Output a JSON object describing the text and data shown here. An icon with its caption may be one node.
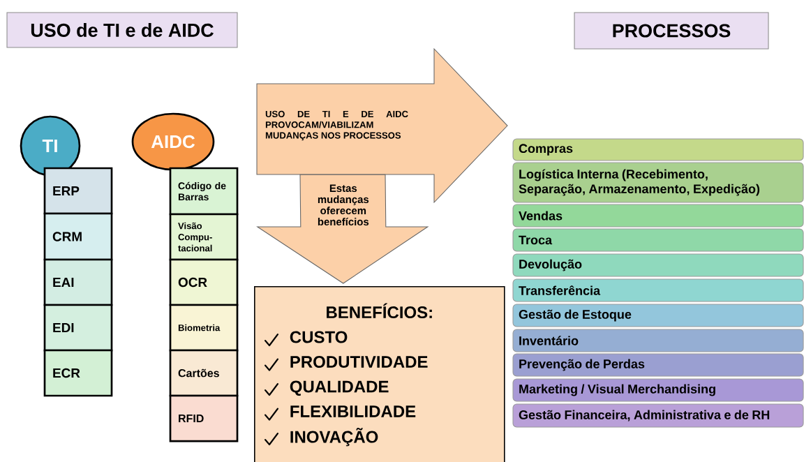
{
  "diagram": {
    "nodes": [
      {
        "text": [
          "USO de TI e de AIDC"
        ]
      },
      {
        "text": [
          "PROCESSOS"
        ]
      },
      {
        "text": [
          "TI"
        ]
      },
      {
        "text": [
          "ERP"
        ]
      },
      {
        "text": [
          "CRM"
        ]
      },
      {
        "text": [
          "EAI"
        ]
      },
      {
        "text": [
          "EDI"
        ]
      },
      {
        "text": [
          "ECR"
        ]
      },
      {
        "text": [
          "AIDC"
        ]
      },
      {
        "text": [
          "Código de Barras"
        ]
      },
      {
        "text": [
          "Visão Compu- tacional"
        ]
      },
      {
        "text": [
          "OCR"
        ]
      },
      {
        "text": [
          "Biometria"
        ]
      },
      {
        "text": [
          "Cartões"
        ]
      },
      {
        "text": [
          "RFID"
        ]
      },
      {
        "text": [
          "USO DE TI E DE AIDC PROVOCAM/VIABILIZAM MUDANÇAS NOS PROCESSOS"
        ]
      },
      {
        "text": [
          "BENEFÍCIOS:",
          "CUSTO",
          "PRODUTIVIDADE",
          "QUALIDADE",
          "FLEXIBILIDADE",
          "INOVAÇÃO"
        ]
      },
      {
        "text": [
          "Compras"
        ]
      },
      {
        "text": [
          "Logística Interna (Recebimento, Separação, Armazenamento, Expedição)"
        ]
      },
      {
        "text": [
          "Vendas"
        ]
      },
      {
        "text": [
          "Troca"
        ]
      },
      {
        "text": [
          "Devolução"
        ]
      },
      {
        "text": [
          "Transferência"
        ]
      },
      {
        "text": [
          "Gestão de Estoque"
        ]
      },
      {
        "text": [
          "Inventário"
        ]
      },
      {
        "text": [
          "Prevenção de Perdas"
        ]
      },
      {
        "text": [
          "Marketing / Visual Merchandising"
        ]
      },
      {
        "text": [
          "Gestão Financeira, Administrativa e de RH"
        ]
      }
    ],
    "edges": [
      {
        "from": 15,
        "to": 16,
        "arrow": "to",
        "label": "Estas mudanças oferecem benefícios",
        "style": "thick"
      }
    ]
  }
}
